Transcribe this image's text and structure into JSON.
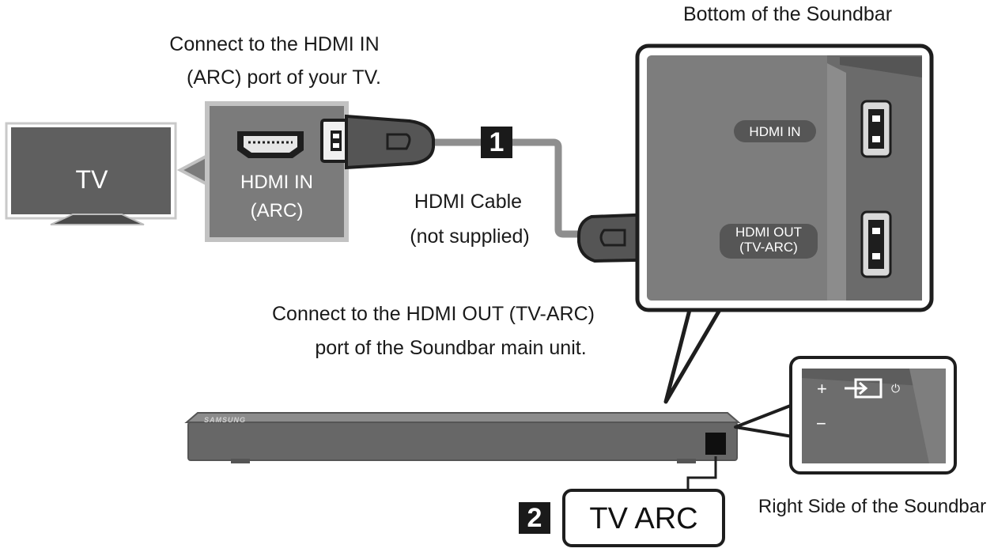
{
  "labels": {
    "hdmi_in_instruction_line1": "Connect to the HDMI IN",
    "hdmi_in_instruction_line2": "(ARC) port of your TV.",
    "bottom_title": "Bottom of the Soundbar",
    "tv": "TV",
    "tv_port_line1": "HDMI IN",
    "tv_port_line2": "(ARC)",
    "cable_line1": "HDMI Cable",
    "cable_line2": "(not supplied)",
    "soundbar_port_in": "HDMI IN",
    "soundbar_port_out_line1": "HDMI OUT",
    "soundbar_port_out_line2": "(TV-ARC)",
    "hdmi_out_instruction_line1": "Connect to the HDMI OUT (TV-ARC)",
    "hdmi_out_instruction_line2": "port of the Soundbar main unit.",
    "brand": "SAMSUNG",
    "right_side_title": "Right Side of the Soundbar",
    "tv_arc": "TV ARC"
  },
  "steps": {
    "one": "1",
    "two": "2"
  },
  "buttons": {
    "plus": "+",
    "minus": "−",
    "power": "⏻"
  },
  "colors": {
    "tv_screen": "#5f5f5f",
    "panel_gray": "#7b7b7b",
    "panel_border": "#b5b5b5",
    "dark": "#1e1e1e",
    "soundbar_body": "#676767",
    "cable": "#8e8e8e",
    "label_pill": "#565656"
  }
}
